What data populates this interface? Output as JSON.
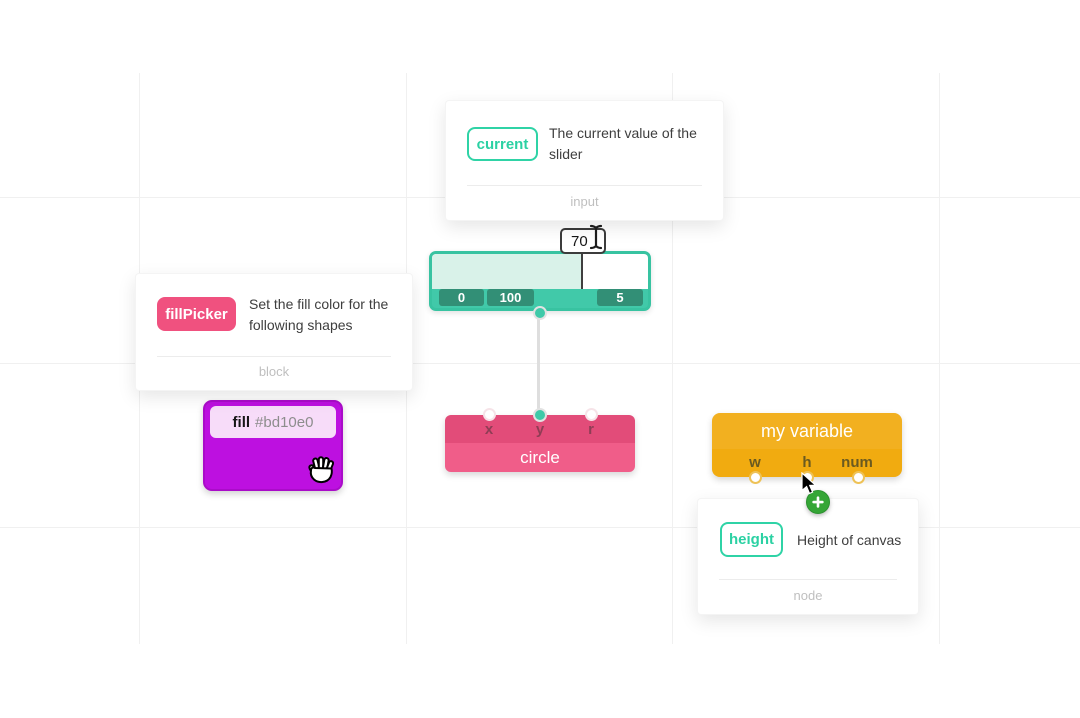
{
  "tooltips": {
    "input_tip": {
      "badge": "current",
      "description": "The current value of the slider",
      "category": "input"
    },
    "block_tip": {
      "badge": "fillPicker",
      "description": "Set the fill color for the following shapes",
      "category": "block"
    },
    "node_tip": {
      "badge": "height",
      "description": "Height of canvas",
      "category": "node"
    }
  },
  "blocks": {
    "fill": {
      "label": "fill",
      "value": "#bd10e0"
    },
    "slider": {
      "value": "70",
      "min": "0",
      "max": "100",
      "step": "5"
    },
    "circle": {
      "label": "circle",
      "ports": [
        "x",
        "y",
        "r"
      ]
    },
    "variable": {
      "label": "my variable",
      "ports": [
        "w",
        "h",
        "num"
      ]
    }
  },
  "icons": {
    "plus": "+"
  },
  "colors": {
    "teal_accent": "#2fd3a6",
    "slider_teal": "#41c9a9",
    "chip_dark_teal": "#328f76",
    "pink": "#f0517f",
    "purple": "#bd10e0",
    "orange": "#f1ab10",
    "green_plus": "#35a636",
    "grid_line": "#f0f0f0",
    "wire": "#dedede"
  }
}
